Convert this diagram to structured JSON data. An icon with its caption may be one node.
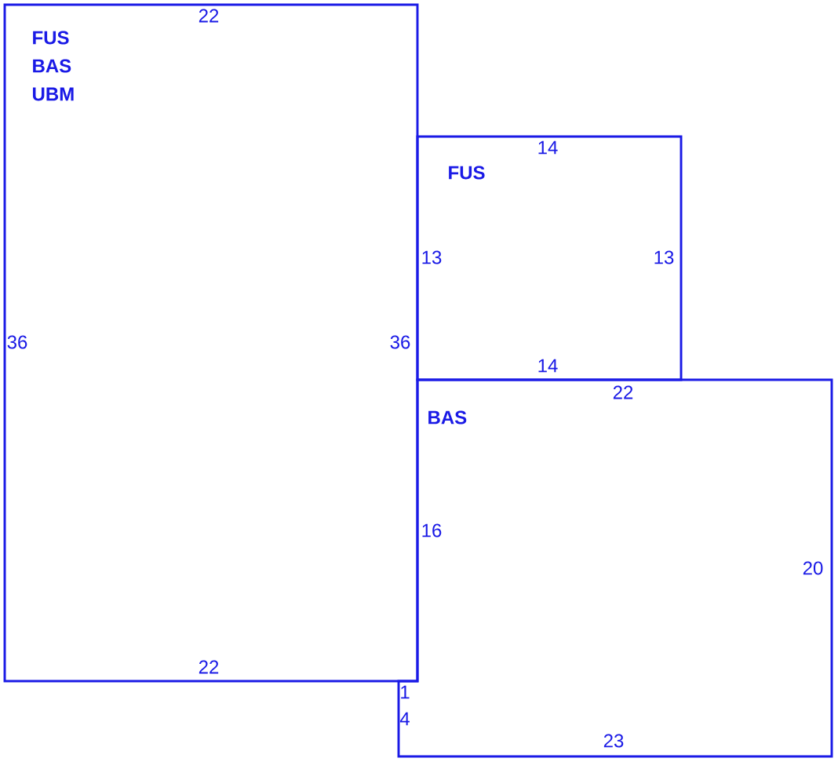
{
  "diagram": {
    "nodes": [
      {
        "text": [
          "FUS",
          "BAS",
          "UBM"
        ]
      },
      {
        "text": [
          "FUS"
        ]
      },
      {
        "text": [
          "BAS"
        ]
      }
    ],
    "labels": [
      "22",
      "14",
      "13",
      "13",
      "36",
      "36",
      "14",
      "22",
      "16",
      "20",
      "22",
      "1",
      "4",
      "23"
    ]
  }
}
